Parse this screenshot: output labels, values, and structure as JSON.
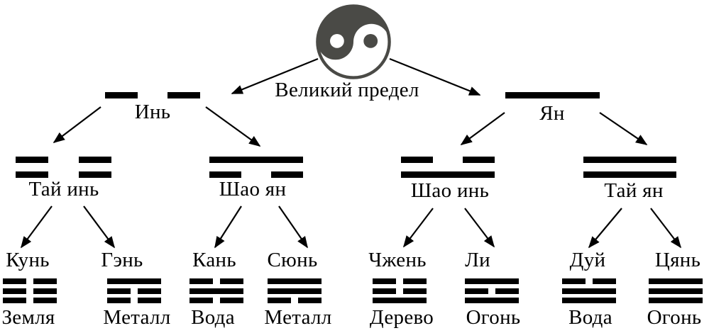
{
  "diagram": {
    "root": {
      "label": "Великий предел",
      "icon": "yin-yang-icon"
    },
    "level2": [
      {
        "id": "yin",
        "label": "Инь",
        "lines": [
          "broken"
        ]
      },
      {
        "id": "yang",
        "label": "Ян",
        "lines": [
          "solid"
        ]
      }
    ],
    "level3": [
      {
        "id": "tai-yin",
        "label": "Тай инь",
        "lines": [
          "broken",
          "broken"
        ]
      },
      {
        "id": "shao-yang",
        "label": "Шао ян",
        "lines": [
          "solid",
          "broken"
        ]
      },
      {
        "id": "shao-yin",
        "label": "Шао инь",
        "lines": [
          "broken",
          "solid"
        ]
      },
      {
        "id": "tai-yang",
        "label": "Тай ян",
        "lines": [
          "solid",
          "solid"
        ]
      }
    ],
    "level4": [
      {
        "id": "kun",
        "label": "Кунь",
        "lines": [
          "broken",
          "broken",
          "broken"
        ],
        "element": "Земля"
      },
      {
        "id": "gen",
        "label": "Гэнь",
        "lines": [
          "solid",
          "broken",
          "broken"
        ],
        "element": "Металл"
      },
      {
        "id": "kan",
        "label": "Кань",
        "lines": [
          "broken",
          "solid",
          "broken"
        ],
        "element": "Вода"
      },
      {
        "id": "xun",
        "label": "Сюнь",
        "lines": [
          "solid",
          "solid",
          "broken"
        ],
        "element": "Металл"
      },
      {
        "id": "zhen",
        "label": "Чжень",
        "lines": [
          "broken",
          "broken",
          "solid"
        ],
        "element": "Дерево"
      },
      {
        "id": "li",
        "label": "Ли",
        "lines": [
          "solid",
          "broken",
          "solid"
        ],
        "element": "Огонь"
      },
      {
        "id": "dui",
        "label": "Дуй",
        "lines": [
          "broken",
          "solid",
          "solid"
        ],
        "element": "Вода"
      },
      {
        "id": "qian",
        "label": "Цянь",
        "lines": [
          "solid",
          "solid",
          "solid"
        ],
        "element": "Огонь"
      }
    ],
    "colors": {
      "line": "#000000",
      "yinyang_dark": "#4a4a46",
      "yinyang_light": "#ffffff",
      "background": "#ffffff"
    }
  }
}
